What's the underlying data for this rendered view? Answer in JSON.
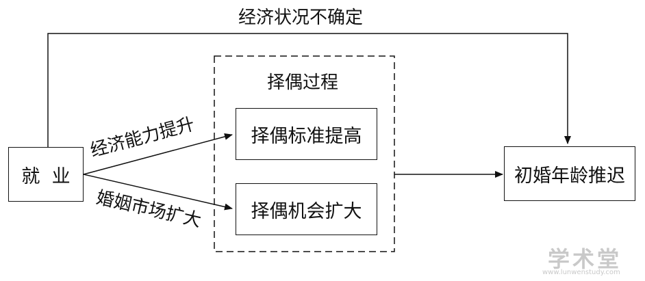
{
  "nodes": {
    "employment": "就  业",
    "standard_up": "择偶标准提高",
    "opportunity_up": "择偶机会扩大",
    "delay": "初婚年龄推迟"
  },
  "group_label": "择偶过程",
  "edge_labels": {
    "top": "经济状况不确定",
    "upper_arrow": "经济能力提升",
    "lower_arrow": "婚姻市场扩大"
  },
  "watermark": {
    "main": "学术堂",
    "url": "www.lunwenstudy.com"
  }
}
